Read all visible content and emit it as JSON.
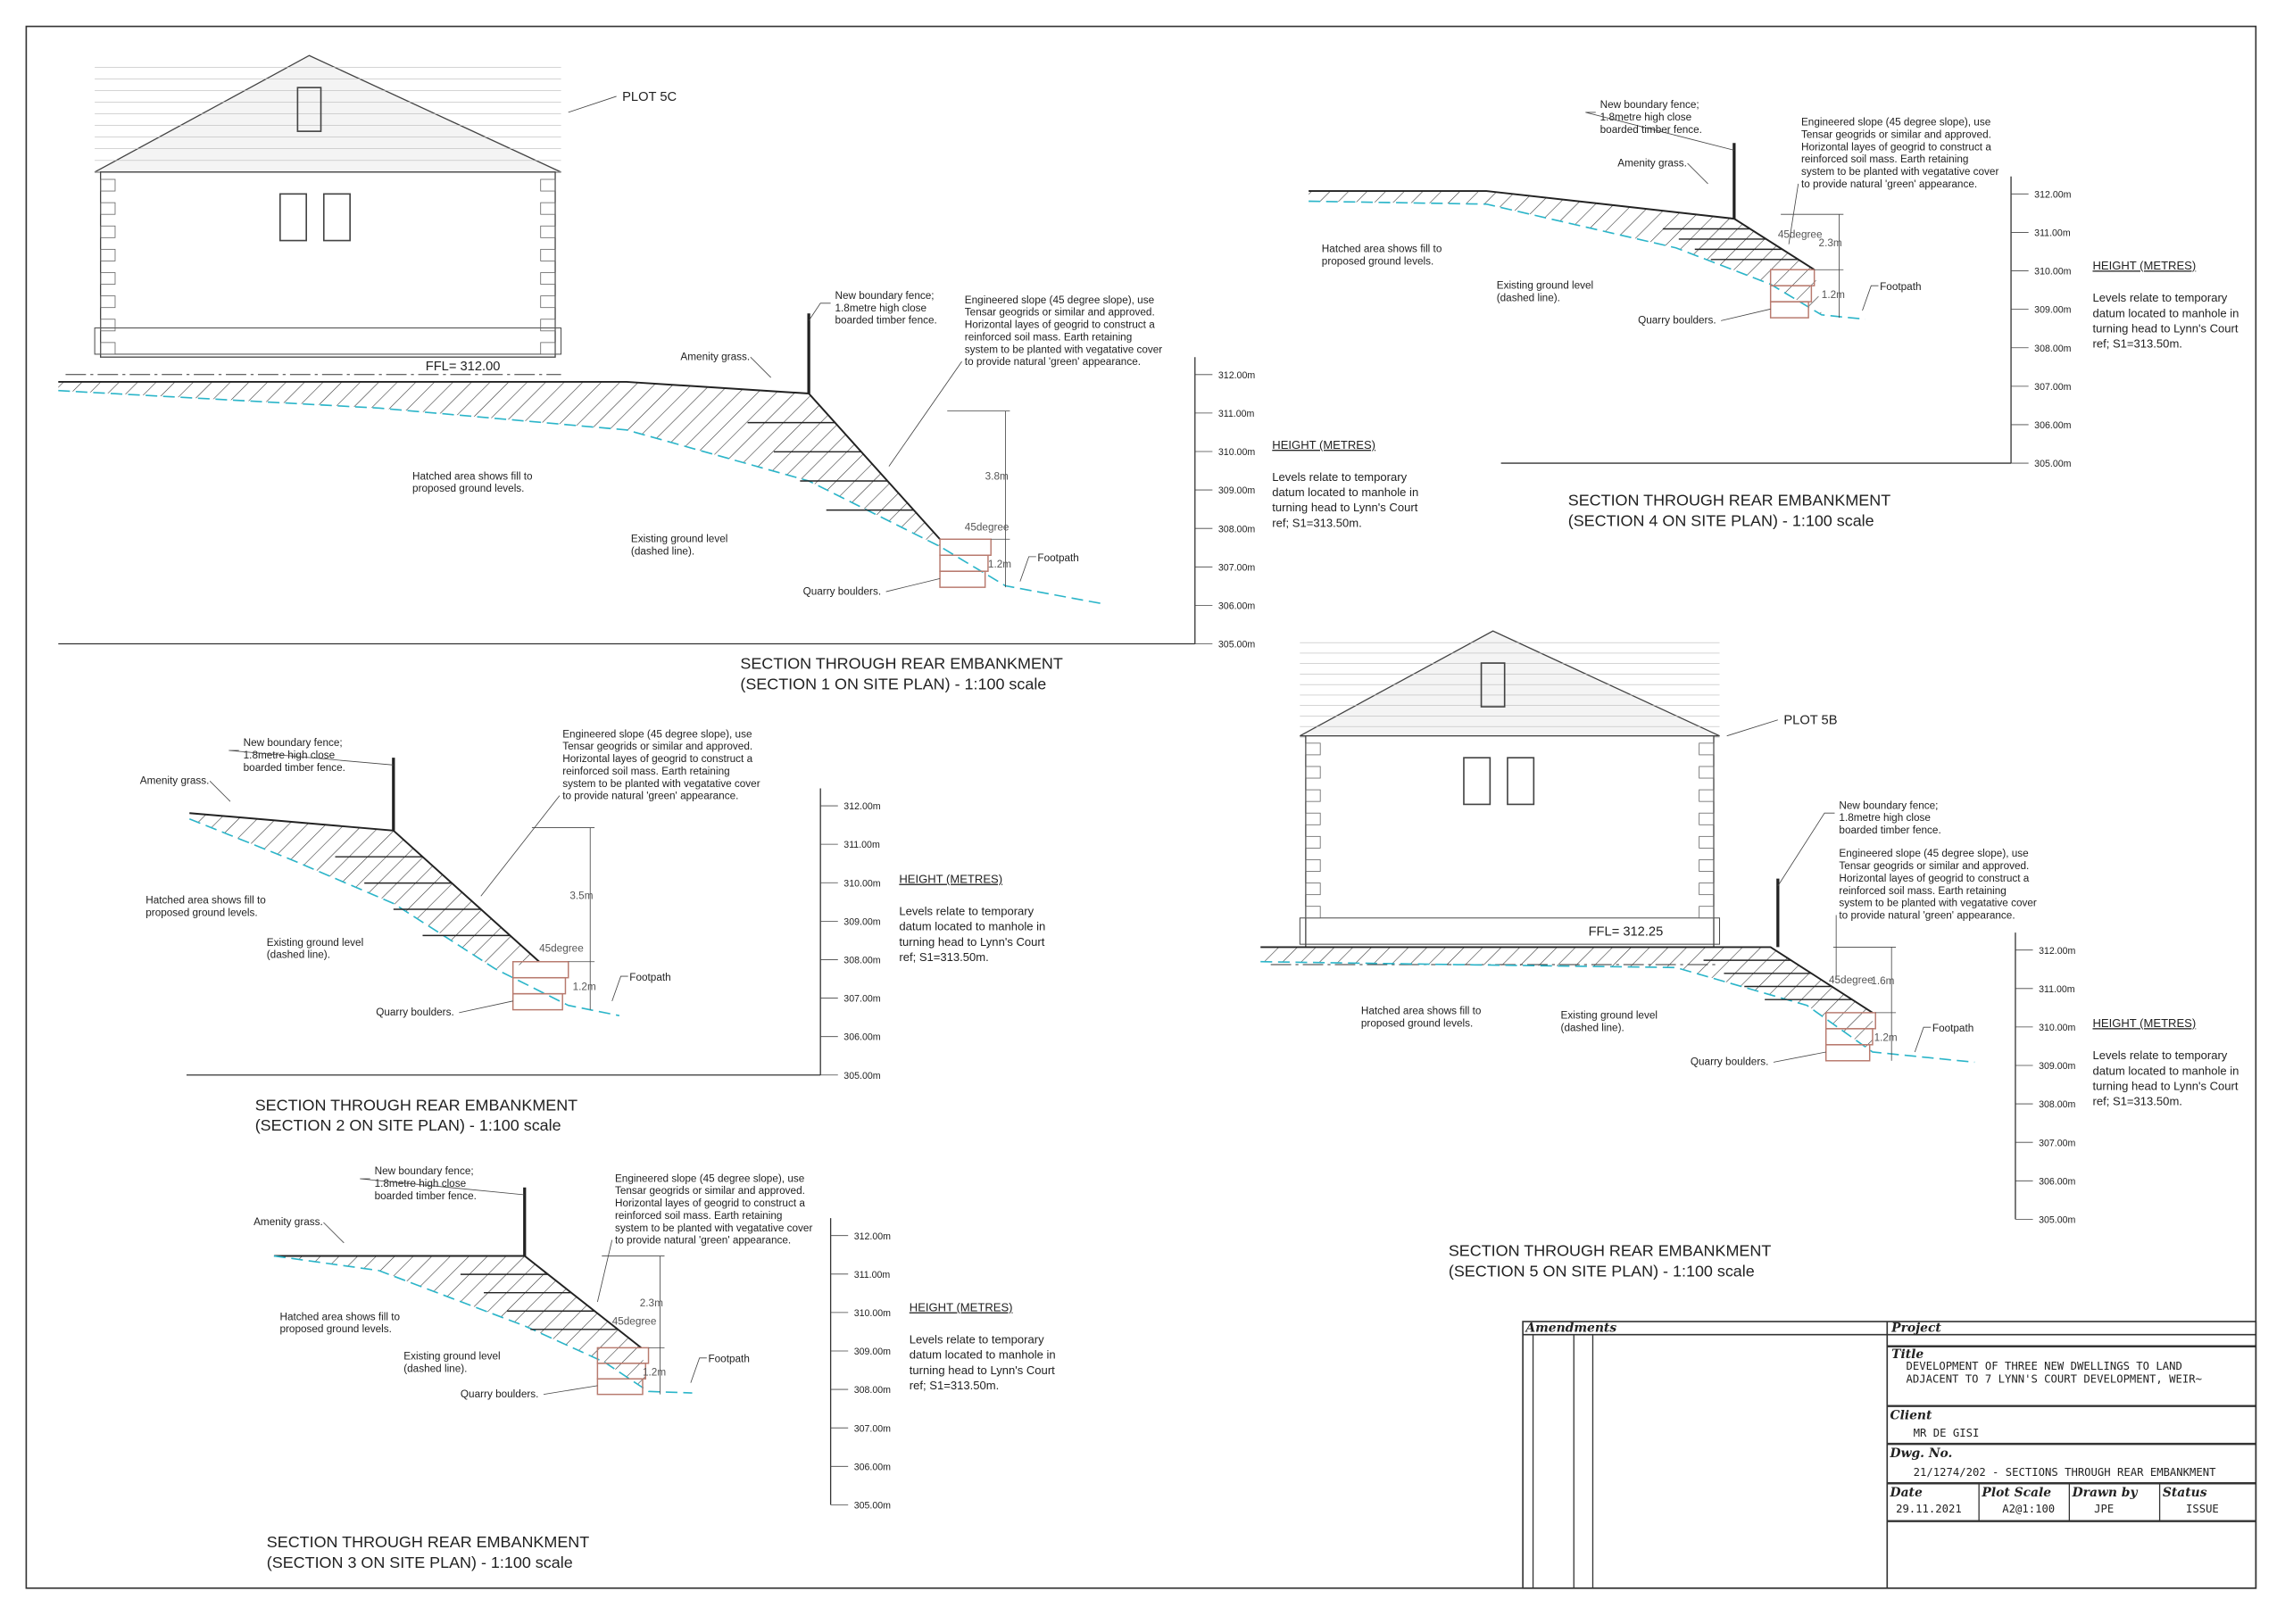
{
  "sections": [
    {
      "id": "s1",
      "title_line1": "SECTION THROUGH REAR EMBANKMENT",
      "title_line2": "(SECTION 1 ON SITE PLAN) - 1:100 scale",
      "plot_label": "PLOT 5C",
      "ffl": "FFL= 312.00",
      "fence_note": [
        "New boundary fence;",
        "1.8metre high close",
        "boarded timber fence."
      ],
      "amenity": "Amenity grass.",
      "hatched_note": [
        "Hatched area shows fill to",
        "proposed ground levels."
      ],
      "existing_note": [
        "Existing ground level",
        "(dashed line)."
      ],
      "boulders": "Quarry boulders.",
      "footpath": "Footpath",
      "angle": "45degree",
      "slope_height": "3.8m",
      "boulder_height": "1.2m"
    },
    {
      "id": "s4",
      "title_line1": "SECTION THROUGH REAR EMBANKMENT",
      "title_line2": "(SECTION 4 ON SITE PLAN) - 1:100 scale",
      "fence_note": [
        "New boundary fence;",
        "1.8metre high close",
        "boarded timber fence."
      ],
      "amenity": "Amenity grass.",
      "hatched_note": [
        "Hatched area shows fill to",
        "proposed ground levels."
      ],
      "existing_note": [
        "Existing ground level",
        "(dashed line)."
      ],
      "boulders": "Quarry boulders.",
      "footpath": "Footpath",
      "angle": "45degree",
      "slope_height": "2.3m",
      "boulder_height": "1.2m"
    },
    {
      "id": "s2",
      "title_line1": "SECTION THROUGH REAR EMBANKMENT",
      "title_line2": "(SECTION 2 ON SITE PLAN) - 1:100 scale",
      "fence_note": [
        "New boundary fence;",
        "1.8metre high close",
        "boarded timber fence."
      ],
      "amenity": "Amenity grass.",
      "hatched_note": [
        "Hatched area shows fill to",
        "proposed ground levels."
      ],
      "existing_note": [
        "Existing ground level",
        "(dashed line)."
      ],
      "boulders": "Quarry boulders.",
      "footpath": "Footpath",
      "angle": "45degree",
      "slope_height": "3.5m",
      "boulder_height": "1.2m"
    },
    {
      "id": "s3",
      "title_line1": "SECTION THROUGH REAR EMBANKMENT",
      "title_line2": "(SECTION 3 ON SITE PLAN) - 1:100 scale",
      "fence_note": [
        "New boundary fence;",
        "1.8metre high close",
        "boarded timber fence."
      ],
      "amenity": "Amenity grass.",
      "hatched_note": [
        "Hatched area shows fill to",
        "proposed ground levels."
      ],
      "existing_note": [
        "Existing ground level",
        "(dashed line)."
      ],
      "boulders": "Quarry boulders.",
      "footpath": "Footpath",
      "angle": "45degree",
      "slope_height": "2.3m",
      "boulder_height": "1.2m"
    },
    {
      "id": "s5",
      "title_line1": "SECTION THROUGH REAR EMBANKMENT",
      "title_line2": "(SECTION 5 ON SITE PLAN) - 1:100 scale",
      "plot_label": "PLOT 5B",
      "ffl": "FFL= 312.25",
      "fence_note": [
        "New boundary fence;",
        "1.8metre high close",
        "boarded timber fence."
      ],
      "hatched_note": [
        "Hatched area shows fill to",
        "proposed ground levels."
      ],
      "existing_note": [
        "Existing ground level",
        "(dashed line)."
      ],
      "boulders": "Quarry boulders.",
      "footpath": "Footpath",
      "angle": "45degree",
      "slope_height": "1.6m",
      "boulder_height": "1.2m"
    }
  ],
  "slope_note": [
    "Engineered slope (45 degree slope), use",
    "Tensar geogrids or similar and approved.",
    "Horizontal layes of geogrid to construct a",
    "reinforced soil mass.  Earth retaining",
    "system to be planted with vegatative cover",
    "to provide natural 'green' appearance."
  ],
  "height_heading": "HEIGHT (METRES)",
  "levels_note": [
    "Levels relate to temporary",
    "datum located to manhole in",
    "turning head to Lynn's Court",
    "ref; S1=313.50m."
  ],
  "scale_levels": [
    "312.00m",
    "311.00m",
    "310.00m",
    "309.00m",
    "308.00m",
    "307.00m",
    "306.00m",
    "305.00m"
  ],
  "title_block": {
    "amendments_label": "Amendments",
    "project_label": "Project",
    "title_label": "Title",
    "title_line1": "DEVELOPMENT OF THREE NEW DWELLINGS TO LAND",
    "title_line2": "ADJACENT TO 7 LYNN'S COURT DEVELOPMENT, WEIR~",
    "client_label": "Client",
    "client": "MR DE GISI",
    "dwg_label": "Dwg. No.",
    "dwg_no": "21/1274/202 - SECTIONS THROUGH REAR EMBANKMENT",
    "date_label": "Date",
    "date": "29.11.2021",
    "scale_label": "Plot Scale",
    "scale": "A2@1:100",
    "drawn_label": "Drawn by",
    "drawn": "JPE",
    "status_label": "Status",
    "status": "ISSUE"
  }
}
